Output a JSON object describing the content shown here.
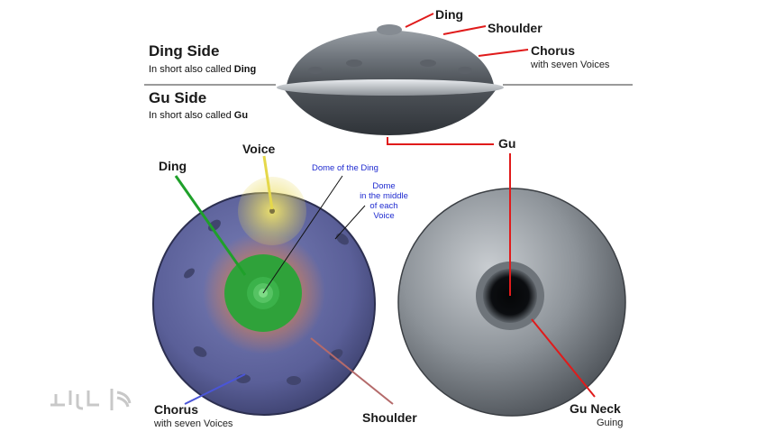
{
  "header": {
    "ding_side_title": "Ding Side",
    "ding_side_sub_prefix": "In short also called ",
    "ding_side_sub_bold": "Ding",
    "gu_side_title": "Gu Side",
    "gu_side_sub_prefix": "In short also called ",
    "gu_side_sub_bold": "Gu"
  },
  "top_labels": {
    "ding": "Ding",
    "shoulder": "Shoulder",
    "chorus": "Chorus",
    "chorus_sub": "with seven Voices",
    "gu": "Gu"
  },
  "ding_view": {
    "ding": "Ding",
    "voice": "Voice",
    "dome_of_ding": "Dome of the Ding",
    "dome_middle_line1": "Dome",
    "dome_middle_line2": "in the middle",
    "dome_middle_line3": "of each",
    "dome_middle_line4": "Voice",
    "chorus": "Chorus",
    "chorus_sub": "with seven Voices",
    "shoulder": "Shoulder"
  },
  "gu_view": {
    "gu_neck": "Gu Neck",
    "gu_neck_sub": "Guing"
  },
  "colors": {
    "leader_red": "#e01b1b",
    "ding_green": "#1fa02a",
    "voice_yellow": "#e5d84a",
    "chorus_blue": "#4a55d8",
    "shoulder_rose": "#b46a6a",
    "blue_text": "#1f2bd0"
  }
}
